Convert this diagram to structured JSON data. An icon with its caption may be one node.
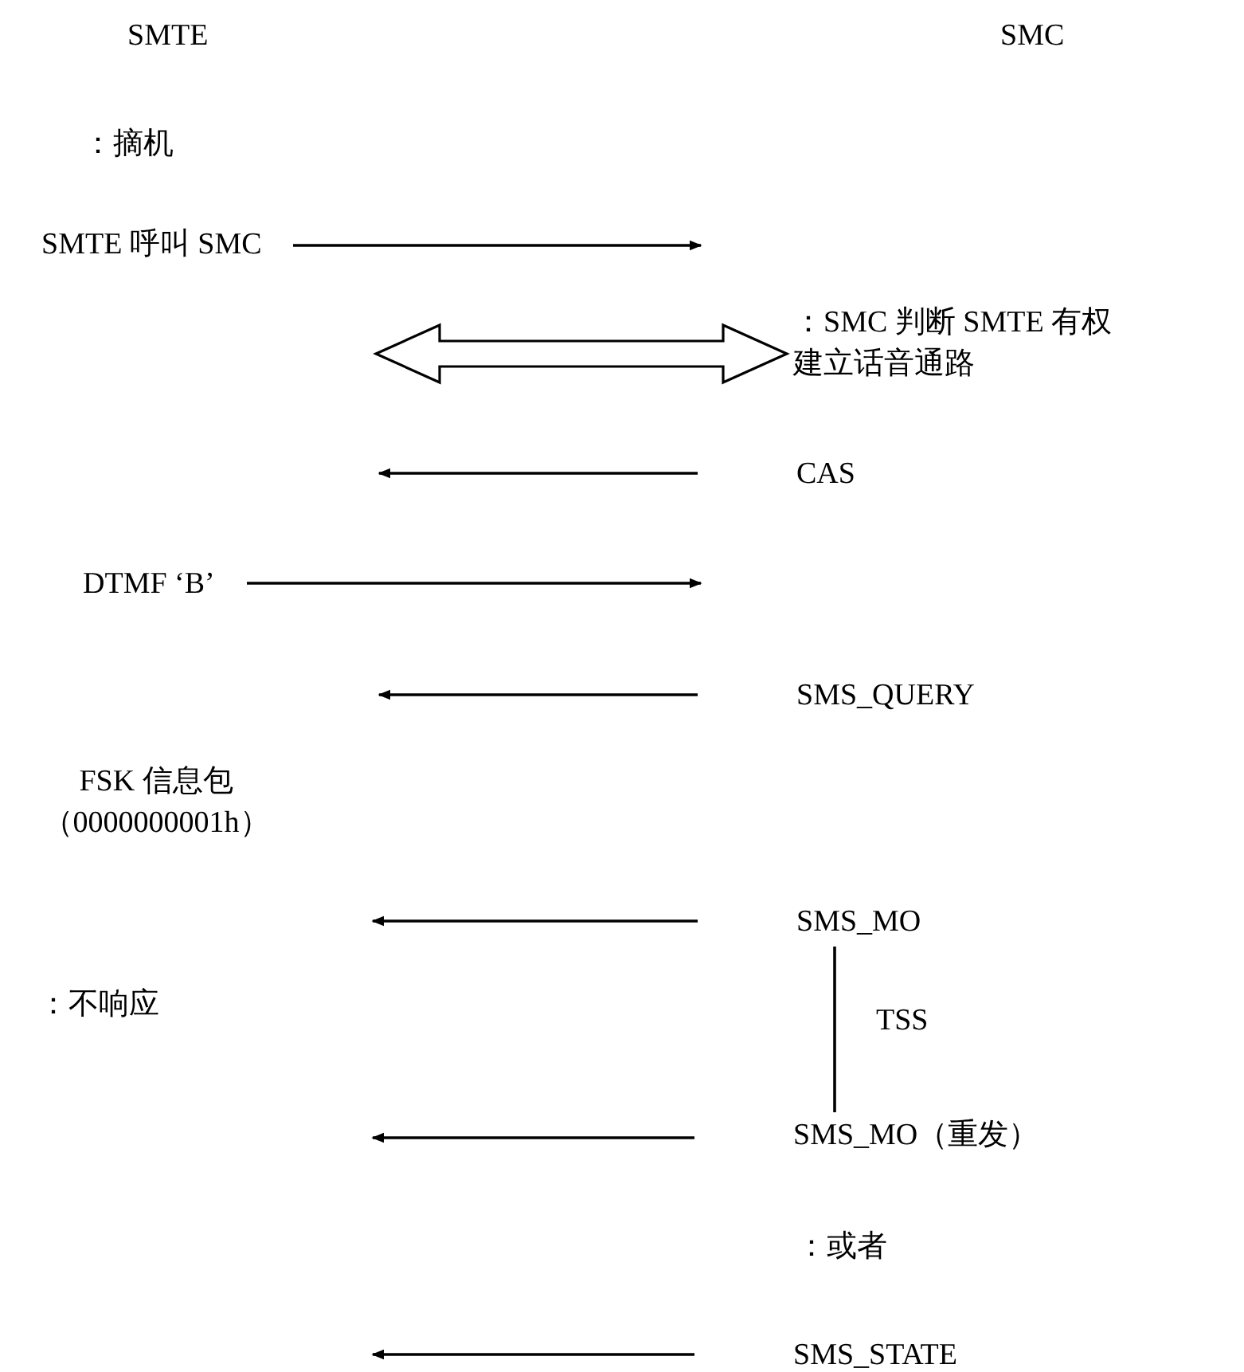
{
  "diagram": {
    "nodes": [
      {
        "text": [
          "SMTE"
        ]
      },
      {
        "text": [
          "SMC"
        ]
      },
      {
        "text": [
          "：摘机"
        ]
      },
      {
        "text": [
          "SMTE 呼叫 SMC"
        ]
      },
      {
        "text": [
          "：SMC 判断 SMTE 有权建立话音通路"
        ]
      },
      {
        "text": [
          "CAS"
        ]
      },
      {
        "text": [
          "DTMF ‘B’"
        ]
      },
      {
        "text": [
          "SMS_QUERY"
        ]
      },
      {
        "text": [
          "FSK 信息包（0000000001h）"
        ]
      },
      {
        "text": [
          "SMS_MO"
        ]
      },
      {
        "text": [
          "：不响应"
        ]
      },
      {
        "text": [
          "SMS_MO（重发）"
        ]
      },
      {
        "text": [
          "：或者"
        ]
      },
      {
        "text": [
          "SMS_STATE"
        ]
      }
    ],
    "edges": [
      {
        "from": 3,
        "to": null,
        "arrow": "to"
      },
      {
        "from": 4,
        "to": null,
        "arrow": "both"
      },
      {
        "from": 5,
        "to": null,
        "arrow": "to"
      },
      {
        "from": 6,
        "to": null,
        "arrow": "to"
      },
      {
        "from": 7,
        "to": null,
        "arrow": "to"
      },
      {
        "from": 9,
        "to": null,
        "arrow": "to"
      },
      {
        "from": 9,
        "to": 11,
        "arrow": "none",
        "label": "TSS"
      },
      {
        "from": 11,
        "to": null,
        "arrow": "to"
      },
      {
        "from": 13,
        "to": null,
        "arrow": "to"
      }
    ]
  }
}
